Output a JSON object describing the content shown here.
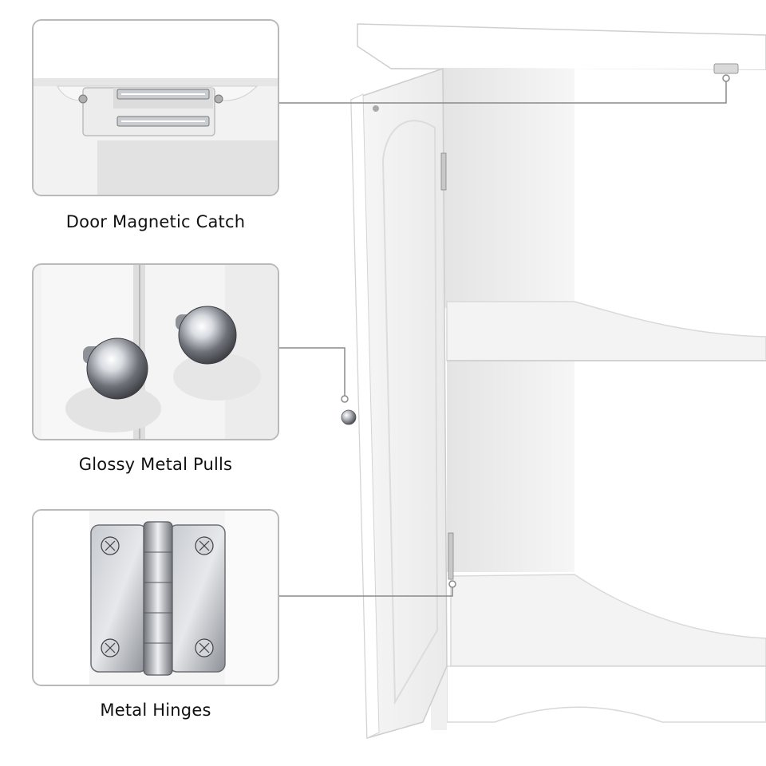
{
  "features": [
    {
      "caption": "Door Magnetic Catch",
      "icon": "magnet-catch-icon"
    },
    {
      "caption": "Glossy Metal Pulls",
      "icon": "metal-knob-icon"
    },
    {
      "caption": "Metal Hinges",
      "icon": "hinge-icon"
    }
  ],
  "colors": {
    "panel_border": "#b9b9b9",
    "leader_line": "#8a8a8a",
    "cabinet_white": "#ffffff",
    "cabinet_shade": "#e8e8e8",
    "metal": "#9a9ca0"
  }
}
